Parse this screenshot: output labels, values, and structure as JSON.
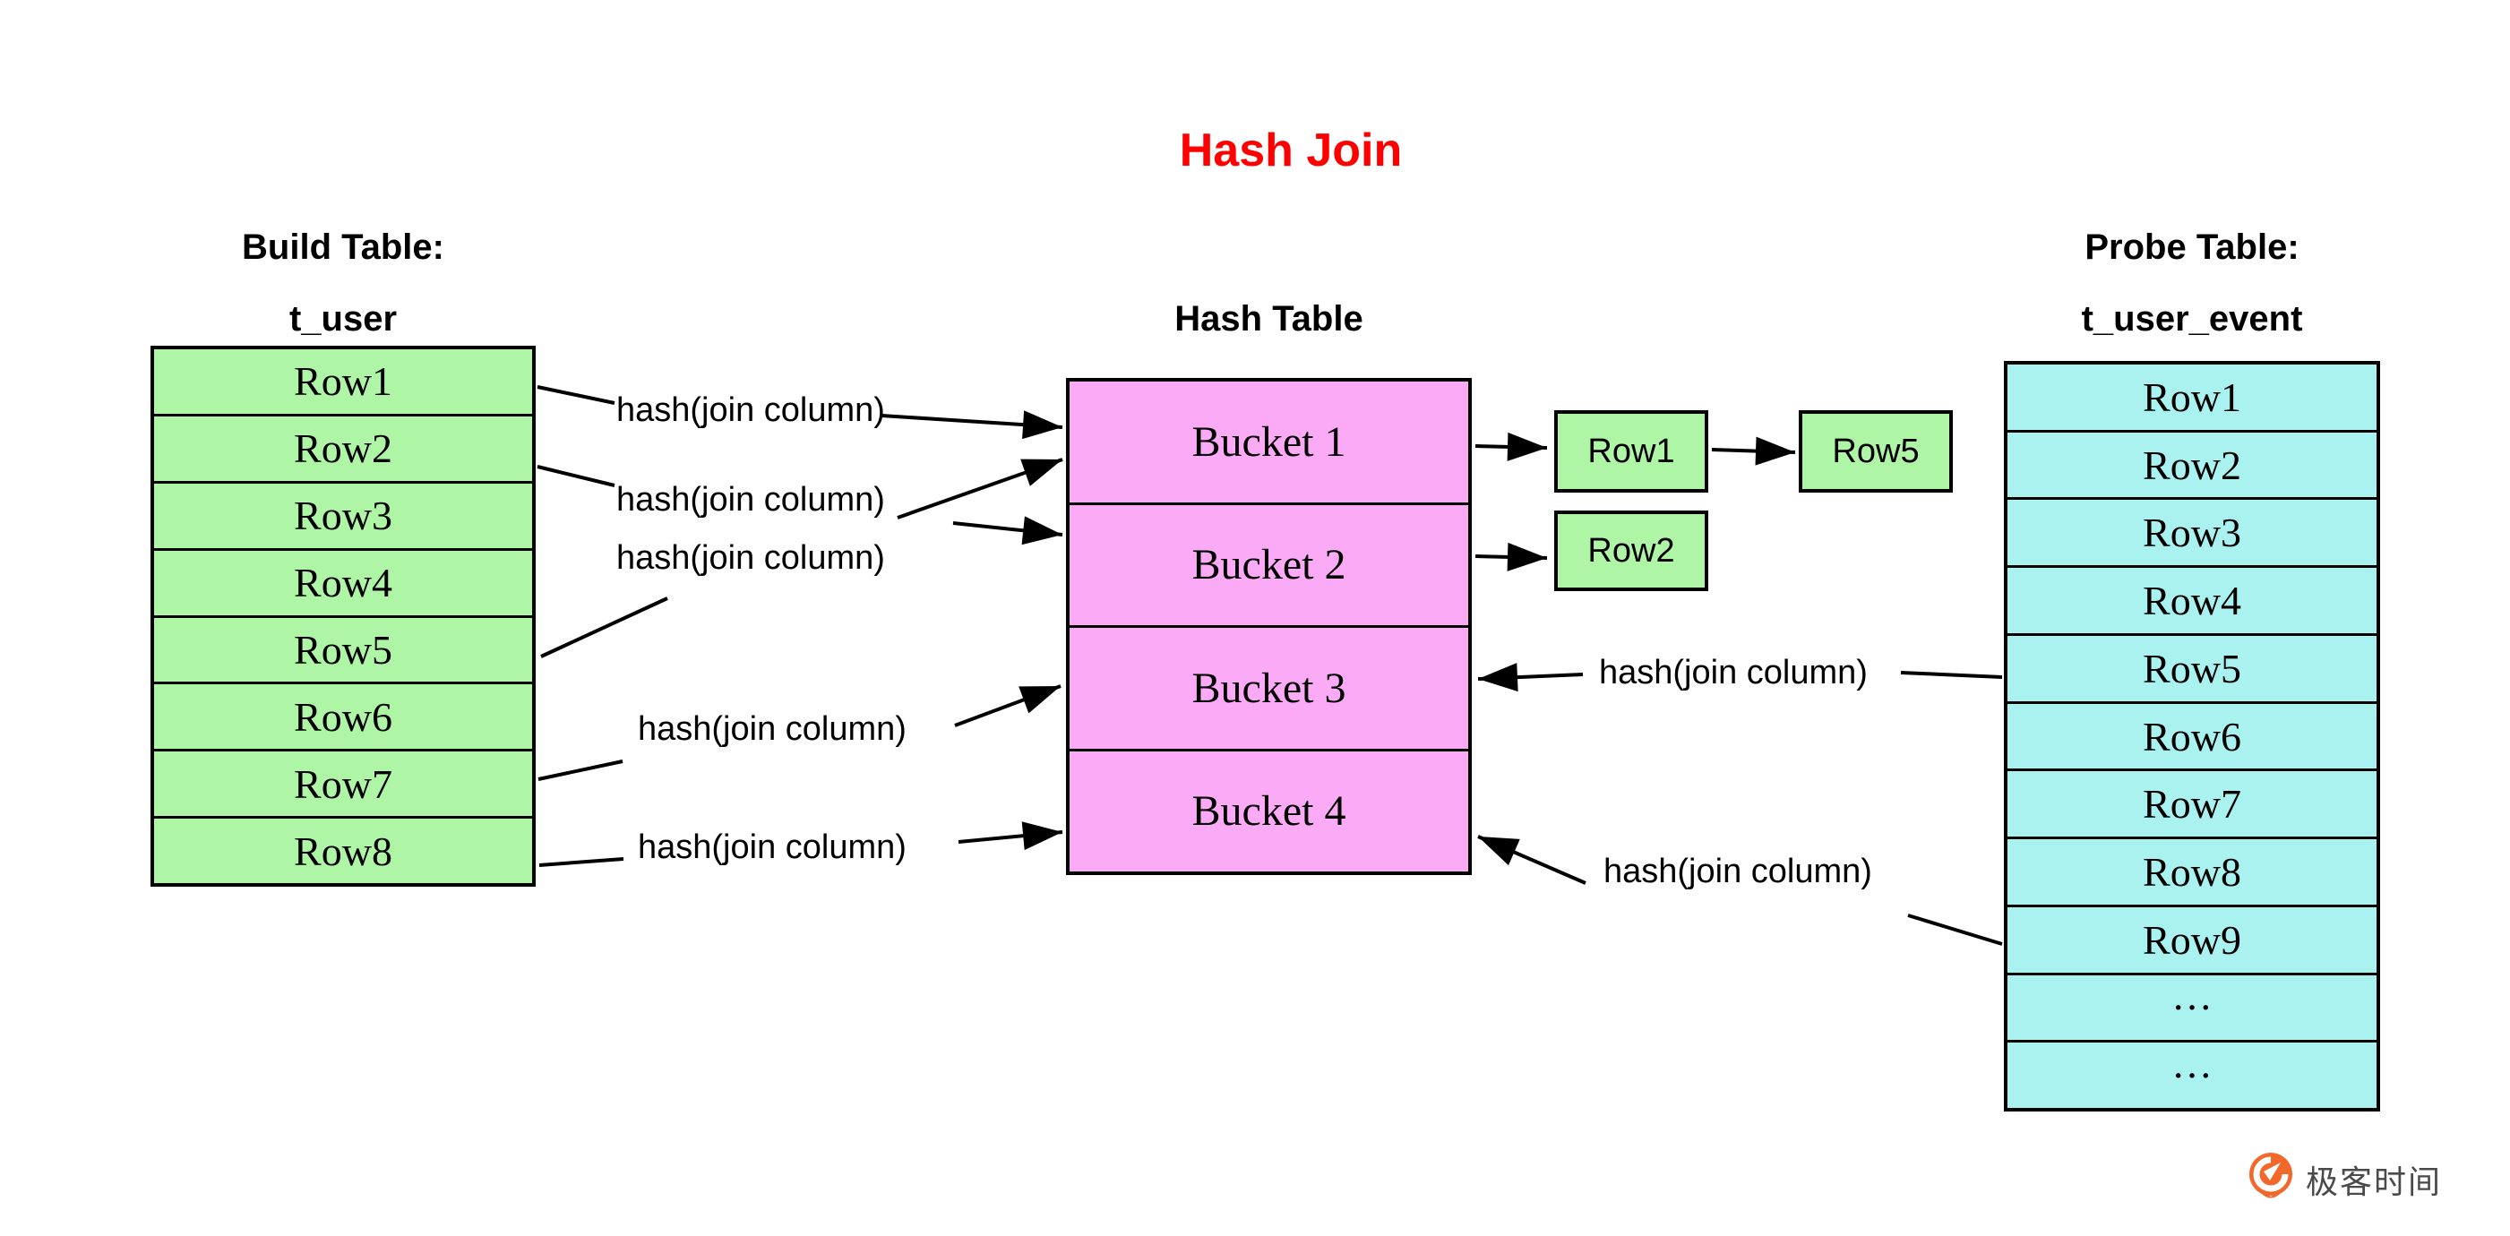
{
  "title": {
    "text": "Hash Join",
    "color": "#fe0000"
  },
  "build_table": {
    "title_line1": "Build Table:",
    "title_line2": "t_user",
    "rows": [
      "Row1",
      "Row2",
      "Row3",
      "Row4",
      "Row5",
      "Row6",
      "Row7",
      "Row8"
    ],
    "fill": "#aef5a6"
  },
  "hash_table": {
    "title": "Hash Table",
    "buckets": [
      "Bucket 1",
      "Bucket 2",
      "Bucket 3",
      "Bucket 4"
    ],
    "fill": "#fbaaf5"
  },
  "probe_table": {
    "title_line1": "Probe Table:",
    "title_line2": "t_user_event",
    "rows": [
      "Row1",
      "Row2",
      "Row3",
      "Row4",
      "Row5",
      "Row6",
      "Row7",
      "Row8",
      "Row9",
      "···",
      "···"
    ],
    "fill": "#aaf2f0"
  },
  "chain": {
    "bucket1_entries": [
      "Row1",
      "Row5"
    ],
    "bucket2_entries": [
      "Row2"
    ],
    "fill": "#aef5a6"
  },
  "hash_labels": {
    "left": [
      "hash(join column)",
      "hash(join column)",
      "hash(join column)",
      "hash(join column)",
      "hash(join column)"
    ],
    "right": [
      "hash(join column)",
      "hash(join column)"
    ]
  },
  "edges": {
    "build_to_buckets": [
      {
        "from": "Row1",
        "to": "Bucket 1"
      },
      {
        "from": "Row2",
        "to": "Bucket 2"
      },
      {
        "from": "Row5",
        "to": "Bucket 1"
      },
      {
        "from": "Row7",
        "to": "Bucket 3"
      },
      {
        "from": "Row8",
        "to": "Bucket 4"
      }
    ],
    "bucket_chains": [
      {
        "bucket": "Bucket 1",
        "rows": [
          "Row1",
          "Row5"
        ]
      },
      {
        "bucket": "Bucket 2",
        "rows": [
          "Row2"
        ]
      }
    ],
    "probe_to_buckets": [
      {
        "from": "Row5",
        "to": "Bucket 3"
      },
      {
        "from": "Row9",
        "to": "Bucket 4"
      }
    ]
  },
  "logo": {
    "text": "极客时间",
    "text_color": "#4a4a4a",
    "icon_color": "#f2682b"
  }
}
